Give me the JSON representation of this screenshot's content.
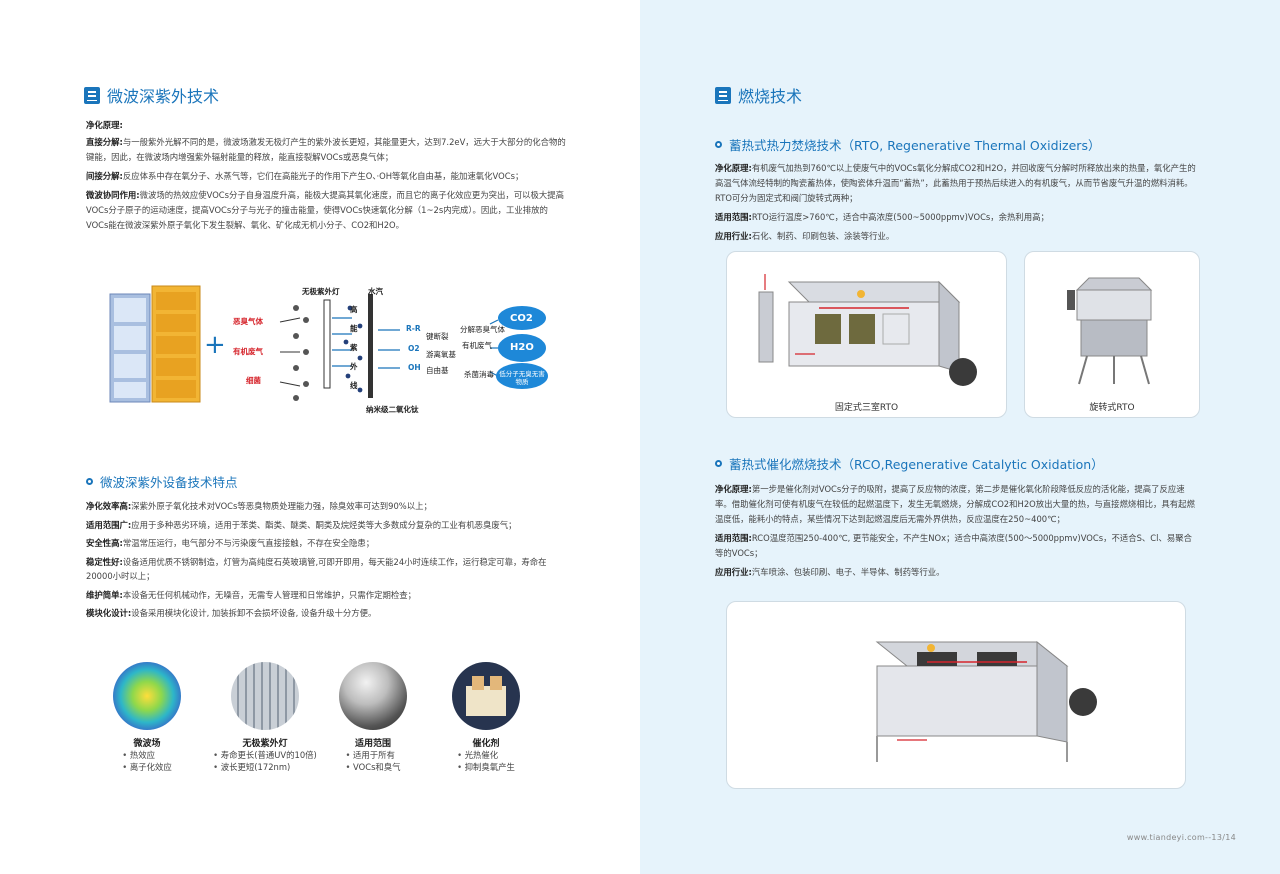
{
  "left": {
    "title": "微波深紫外技术",
    "principle_heading": "净化原理:",
    "principle": [
      {
        "label": "直接分解:",
        "text": "与一般紫外光解不同的是，微波场激发无极灯产生的紫外波长更短，其能量更大，达到7.2eV，远大于大部分的化合物的键能，因此，在微波场内增强紫外辐射能量的释放，能直接裂解VOCs或恶臭气体；"
      },
      {
        "label": "间接分解:",
        "text": "反应体系中存在氧分子、水蒸气等，它们在高能光子的作用下产生O、·OH等氧化自由基，能加速氧化VOCs；"
      },
      {
        "label": "微波协同作用:",
        "text": "微波场的热效应使VOCs分子自身温度升高，能极大提高其氧化速度，而且它的离子化效应更为突出，可以极大提高VOCs分子原子的运动速度，提高VOCs分子与光子的撞击能量，使得VOCs快速氧化分解（1~2s内完成）。因此，工业排放的VOCs能在微波深紫外原子氧化下发生裂解、氧化、矿化成无机小分子、CO2和H2O。"
      }
    ],
    "diagram": {
      "lamp_label": "无极紫外灯",
      "vapor_label": "水汽",
      "inputs": [
        "恶臭气体",
        "有机废气",
        "细菌"
      ],
      "vertical_word": [
        "高",
        "能",
        "紫",
        "外",
        "线"
      ],
      "radicals": [
        "R-R",
        "O2",
        "OH"
      ],
      "radical_names": [
        "键断裂",
        "游离氧基",
        "自由基"
      ],
      "processes": [
        "分解恶臭气体",
        "有机废气",
        "杀菌消毒"
      ],
      "outputs": [
        "CO2",
        "H2O",
        "低分子无臭无害物质"
      ],
      "catalyst_label": "纳米级二氧化钛",
      "plus": "+"
    },
    "features_title": "微波深紫外设备技术特点",
    "features": [
      {
        "label": "净化效率高:",
        "text": "深紫外原子氧化技术对VOCs等恶臭物质处理能力强，除臭效率可达到90%以上；"
      },
      {
        "label": "适用范围广:",
        "text": "应用于多种恶劣环境，适用于苯类、酯类、醚类、酮类及烷烃类等大多数成分复杂的工业有机恶臭废气；"
      },
      {
        "label": "安全性高:",
        "text": "常温常压运行，电气部分不与污染废气直接接触，不存在安全隐患；"
      },
      {
        "label": "稳定性好:",
        "text": "设备适用优质不锈钢制造，灯管为高纯度石英玻璃管,可即开即用，每天能24小时连续工作，运行稳定可靠，寿命在20000小时以上；"
      },
      {
        "label": "维护简单:",
        "text": "本设备无任何机械动作，无噪音，无需专人管理和日常维护，只需作定期检查；"
      },
      {
        "label": "模块化设计:",
        "text": "设备采用模块化设计, 加装拆卸不会损坏设备, 设备升级十分方便。"
      }
    ],
    "icons": [
      {
        "title": "微波场",
        "items": [
          "热效应",
          "离子化效应"
        ]
      },
      {
        "title": "无极紫外灯",
        "items": [
          "寿命更长(普通UV的10倍)",
          "波长更短(172nm)"
        ]
      },
      {
        "title": "适用范围",
        "items": [
          "适用于所有",
          "VOCs和臭气"
        ]
      },
      {
        "title": "催化剂",
        "items": [
          "光热催化",
          "抑制臭氧产生"
        ]
      }
    ]
  },
  "right": {
    "title": "燃烧技术",
    "rto_title": "蓄热式热力焚烧技术（RTO, Regenerative Thermal Oxidizers）",
    "rto": [
      {
        "label": "净化原理:",
        "text": "有机废气加热到760℃以上使废气中的VOCs氧化分解成CO2和H2O，并回收废气分解时所释放出来的热量，氧化产生的高温气体流经特制的陶瓷蓄热体，使陶瓷体升温而“蓄热”，此蓄热用于预热后续进入的有机废气，从而节省废气升温的燃料消耗。RTO可分为固定式和阀门旋转式两种；"
      },
      {
        "label": "适用范围:",
        "text": "RTO运行温度>760℃，适合中高浓度(500~5000ppmv)VOCs，余热利用高；"
      },
      {
        "label": "应用行业:",
        "text": "石化、制药、印刷包装、涂装等行业。"
      }
    ],
    "rto_fixed_caption": "固定式三室RTO",
    "rto_rotary_caption": "旋转式RTO",
    "rco_title": "蓄热式催化燃烧技术（RCO,Regenerative Catalytic Oxidation）",
    "rco": [
      {
        "label": "净化原理:",
        "text": "第一步是催化剂对VOCs分子的吸附，提高了反应物的浓度，第二步是催化氧化阶段降低反应的活化能，提高了反应速率。借助催化剂可使有机废气在较低的起燃温度下，发生无氧燃烧，分解成CO2和H2O放出大量的热，与直接燃烧相比，具有起燃温度低，能耗小的特点，某些情况下达到起燃温度后无需外界供热，反应温度在250~400℃；"
      },
      {
        "label": "适用范围:",
        "text": "RCO温度范围250-400℃, 更节能安全，不产生NOx；适合中高浓度(500～5000ppmv)VOCs，不适合S、Cl、易聚合等的VOCs；"
      },
      {
        "label": "应用行业:",
        "text": "汽车喷涂、包装印刷、电子、半导体、制药等行业。"
      }
    ],
    "footer": "www.tiandeyi.com--13/14"
  }
}
